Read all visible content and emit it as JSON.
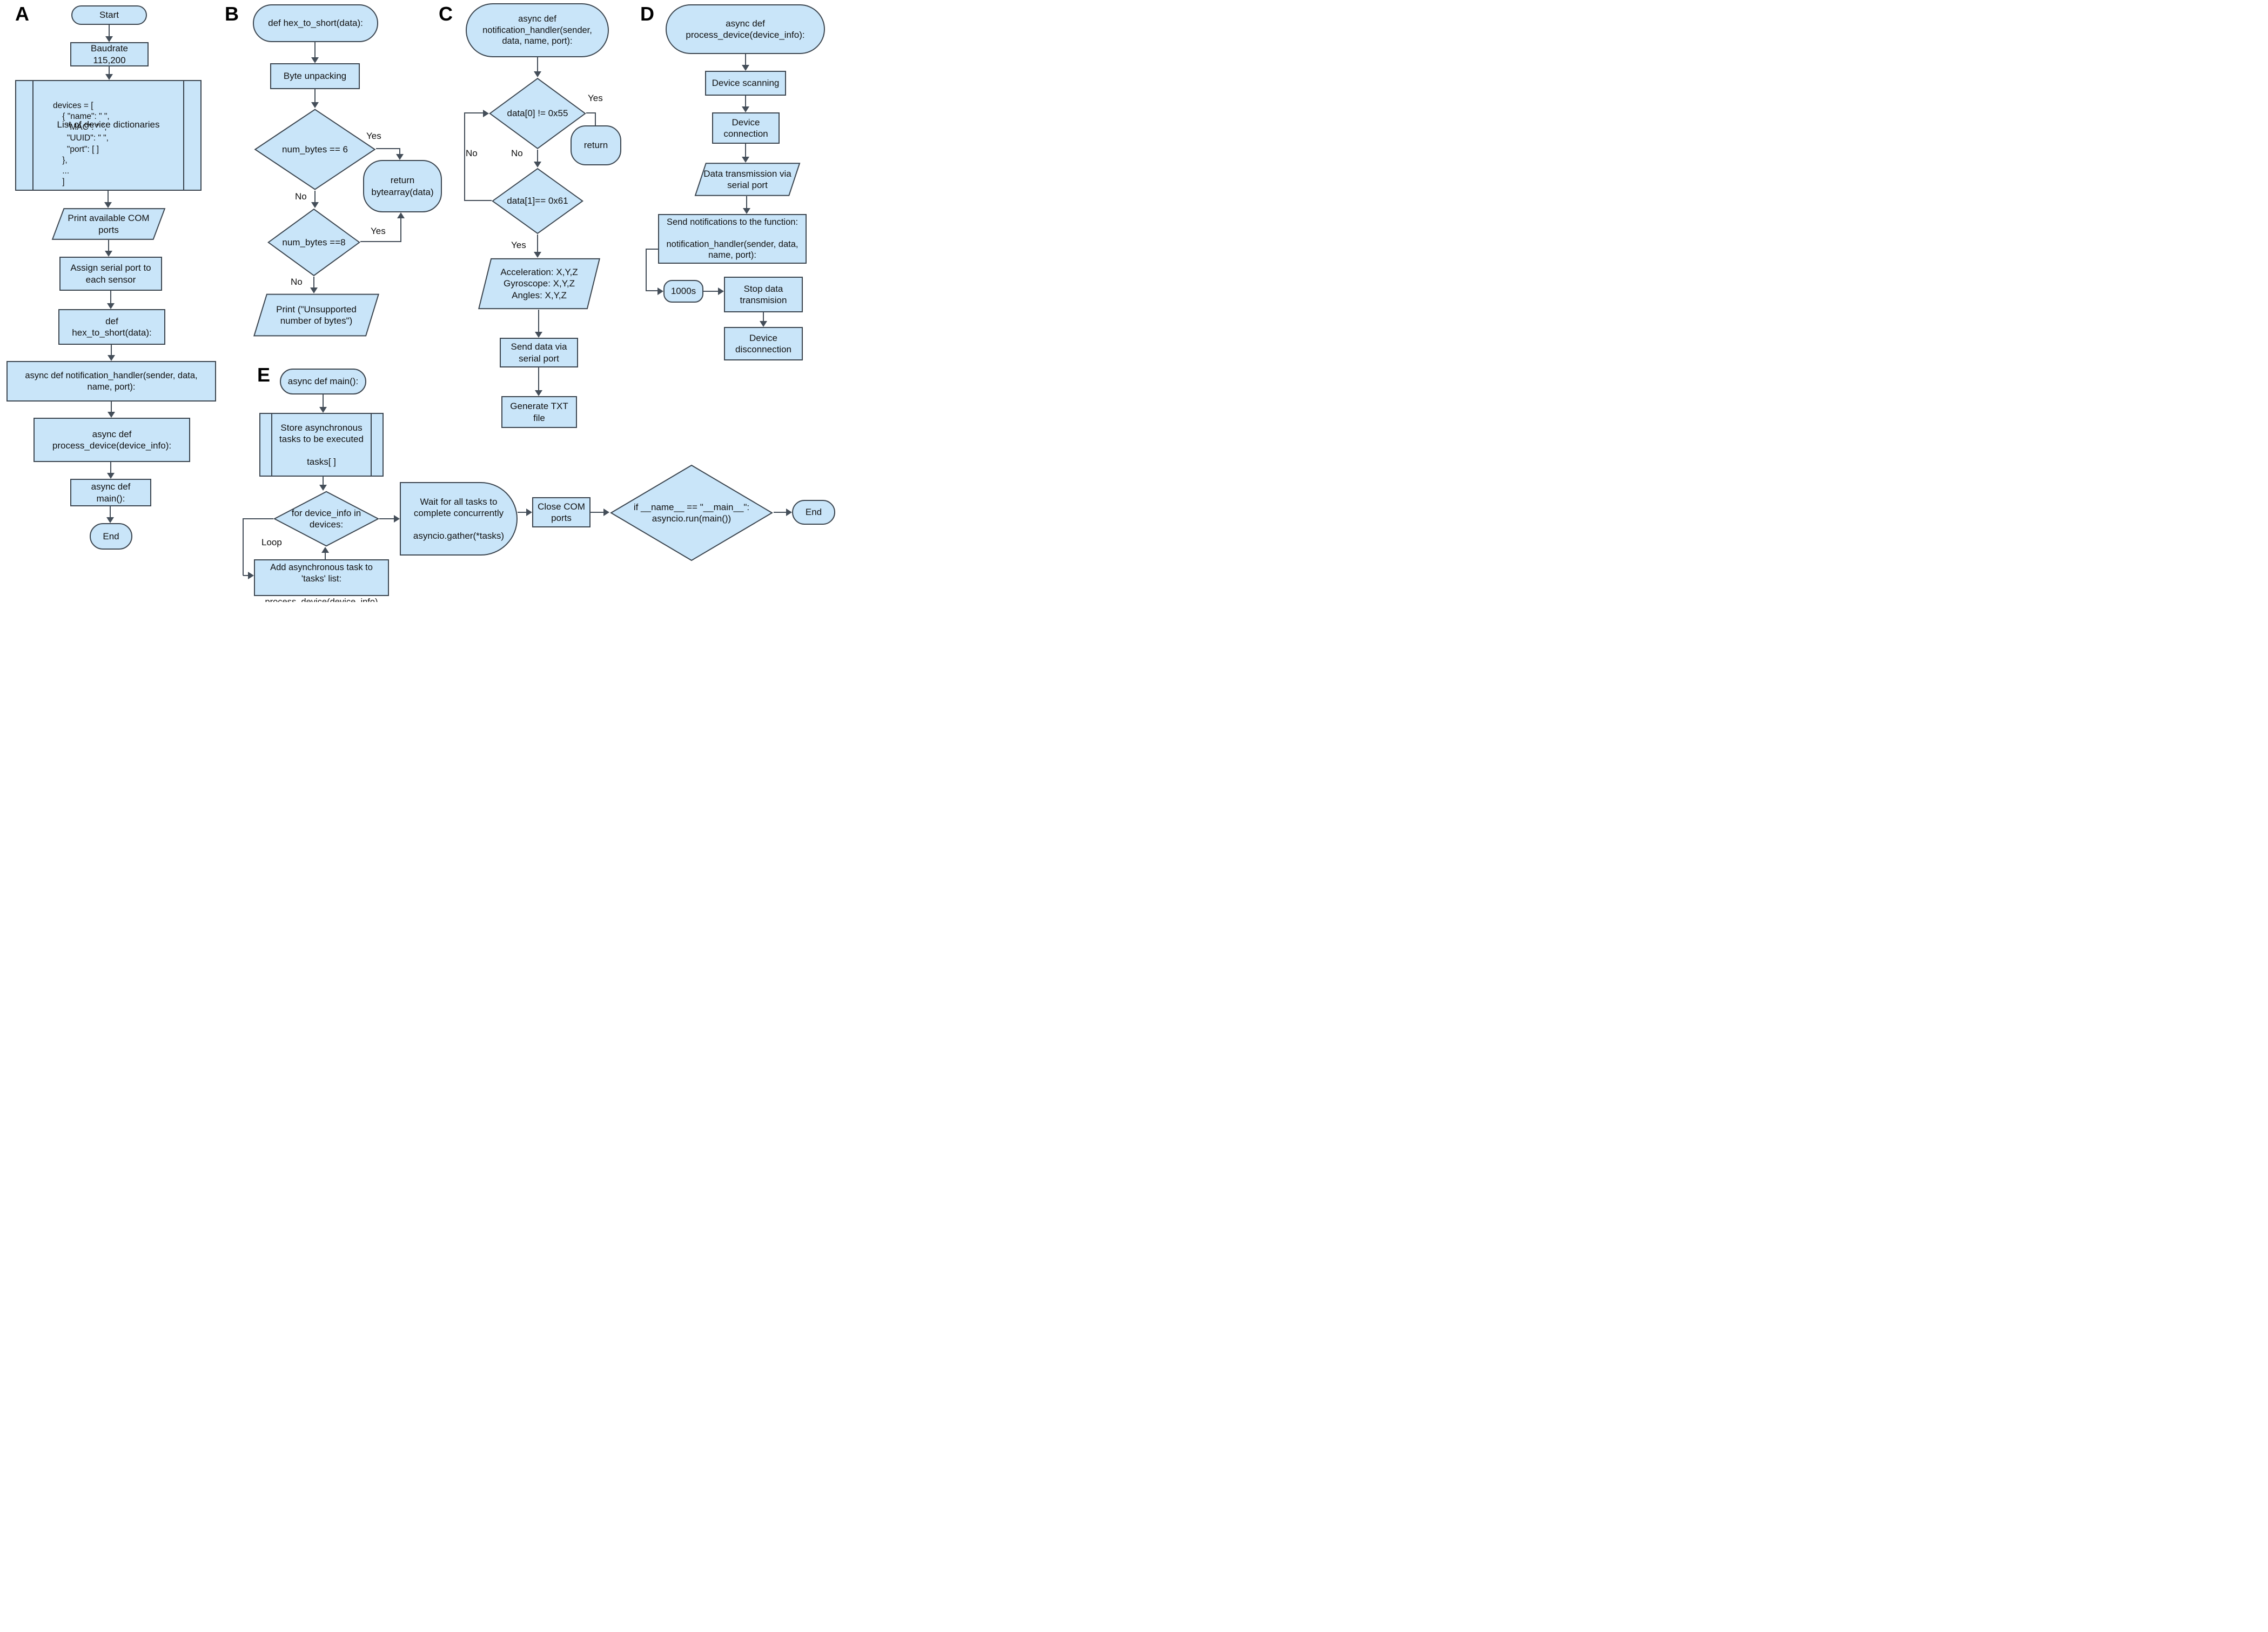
{
  "colors": {
    "fill": "#c9e5f9",
    "border": "#3c4650",
    "line": "#444e59",
    "text": "#111111",
    "bg": "#ffffff"
  },
  "edge_labels": {
    "yes": "Yes",
    "no": "No",
    "loop": "Loop"
  },
  "panels": {
    "a": {
      "letter": "A",
      "start": "Start",
      "baudrate": "Baudrate\n115,200",
      "list_title": "List of device dictionaries",
      "list_code": "devices = [\n    { \"name\": \" \",\n      \"MAC\": \" \",\n      \"UUID\": \" \",\n      \"port\": [ ]\n    },\n    ...\n    ]",
      "print_ports": "Print available COM\nports",
      "assign": "Assign serial port to\neach sensor",
      "def_hex": "def\nhex_to_short(data):",
      "notification": "async def notification_handler(sender, data,\nname, port):",
      "process_device": "async def\nprocess_device(device_info):",
      "main": "async def\nmain():",
      "end": "End"
    },
    "b": {
      "letter": "B",
      "def_hex": "def hex_to_short(data):",
      "byte_unpacking": "Byte unpacking",
      "num_bytes_6": "num_bytes == 6",
      "num_bytes_8": "num_bytes ==8",
      "return_bytearray": "return\nbytearray(data)",
      "print_unsupported": "Print (\"Unsupported\nnumber of bytes\")"
    },
    "c": {
      "letter": "C",
      "handler": "async def\nnotification_handler(sender,\ndata, name, port):",
      "check_header": "data[0] != 0x55",
      "return": "return",
      "check_flag": "data[1]== 0x61",
      "sensor_data": "Acceleration: X,Y,Z\nGyroscope: X,Y,Z\nAngles: X,Y,Z",
      "send_serial": "Send data via\nserial port",
      "generate_txt": "Generate TXT\nfile"
    },
    "d": {
      "letter": "D",
      "process_device": "async def\nprocess_device(device_info):",
      "scanning": "Device scanning",
      "connection": "Device\nconnection",
      "transmission": "Data transmission via\nserial port",
      "send_notifications": "Send notifications to the function:\n\nnotification_handler(sender, data,\nname, port):",
      "timer": "1000s",
      "stop": "Stop data\ntransmision",
      "disconnection": "Device\ndisconnection"
    },
    "e": {
      "letter": "E",
      "main": "async def main():",
      "store_tasks": "Store asynchronous\ntasks to be executed\n\ntasks[ ]",
      "for_loop": "for device_info in\ndevices:",
      "add_task": "Add asynchronous task to\n'tasks' list:\n\nprocess_device(device_info)",
      "wait_tasks": "Wait for all tasks to\ncomplete concurrently\n\nasyncio.gather(*tasks)",
      "close_ports": "Close COM\nports",
      "if_main": "if __name__ == \"__main__\":\nasyncio.run(main())",
      "end": "End"
    }
  }
}
